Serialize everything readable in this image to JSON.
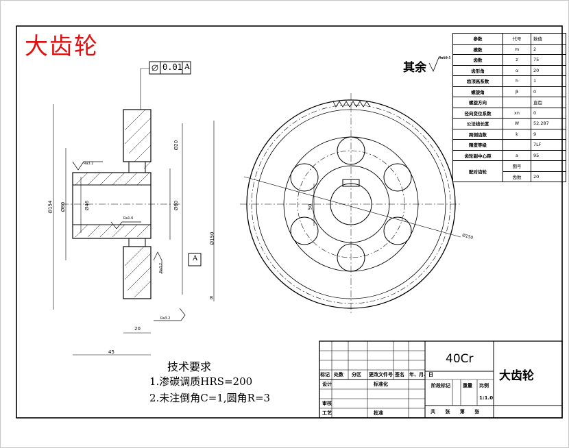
{
  "title_red": "大齿轮",
  "roughness_note": {
    "label": "其余",
    "value": "Ra12.5"
  },
  "tolerance_frame": {
    "value": "0.01",
    "datum": "A"
  },
  "datum_box": "A",
  "section_dims": {
    "d_da": "Ø154",
    "d_d": "Ø80",
    "d_bore": "Ø46",
    "d_hole": "Ø20",
    "d_hub": "Ø60",
    "d_root": "Ø150",
    "width": "20",
    "length": "45",
    "chamfer": "8",
    "ra_a": "Ra3.2",
    "ra_b": "Ra1.6",
    "ra_c": "Ra3.2",
    "ra_d": "Ra3.2"
  },
  "front_dims": {
    "keyway": "50",
    "pcd": "Ø150"
  },
  "params_table": {
    "headers": [
      "参数",
      "代号",
      "数值"
    ],
    "rows": [
      [
        "模数",
        "m",
        "2"
      ],
      [
        "齿数",
        "z",
        "75"
      ],
      [
        "齿形角",
        "α",
        "20"
      ],
      [
        "齿顶高系数",
        "h",
        "1"
      ],
      [
        "螺旋角",
        "β",
        "0"
      ],
      [
        "螺旋方向",
        "",
        "直齿"
      ],
      [
        "径向变位系数",
        "xn",
        "0"
      ],
      [
        "公法线长度",
        "W",
        "52.287"
      ],
      [
        "跨测齿数",
        "k",
        "9"
      ],
      [
        "精度等级",
        "",
        "7LF"
      ],
      [
        "齿轮副中心距",
        "a",
        "95"
      ]
    ],
    "mate_label": "配对齿轮",
    "mate_rows": [
      [
        "图号",
        ""
      ],
      [
        "齿数",
        "20"
      ]
    ]
  },
  "tech_req": {
    "heading": "技术要求",
    "items": [
      "1.渗碳调质HRS=200",
      "2.未注倒角C=1,圆角R=3"
    ]
  },
  "title_block": {
    "material": "40Cr",
    "part_name": "大齿轮",
    "labels": {
      "mark": "标记",
      "count": "处数",
      "zone": "分区",
      "doc": "更改文件号",
      "sign": "签名",
      "date": "年、月、日",
      "design": "设计",
      "standard": "标准化",
      "stage": "阶段标记",
      "weight": "重量",
      "scale": "比例",
      "check": "审核",
      "process": "工艺",
      "approve": "批准",
      "sheets": "共 张 第 张"
    },
    "scale": "1:1.0"
  }
}
